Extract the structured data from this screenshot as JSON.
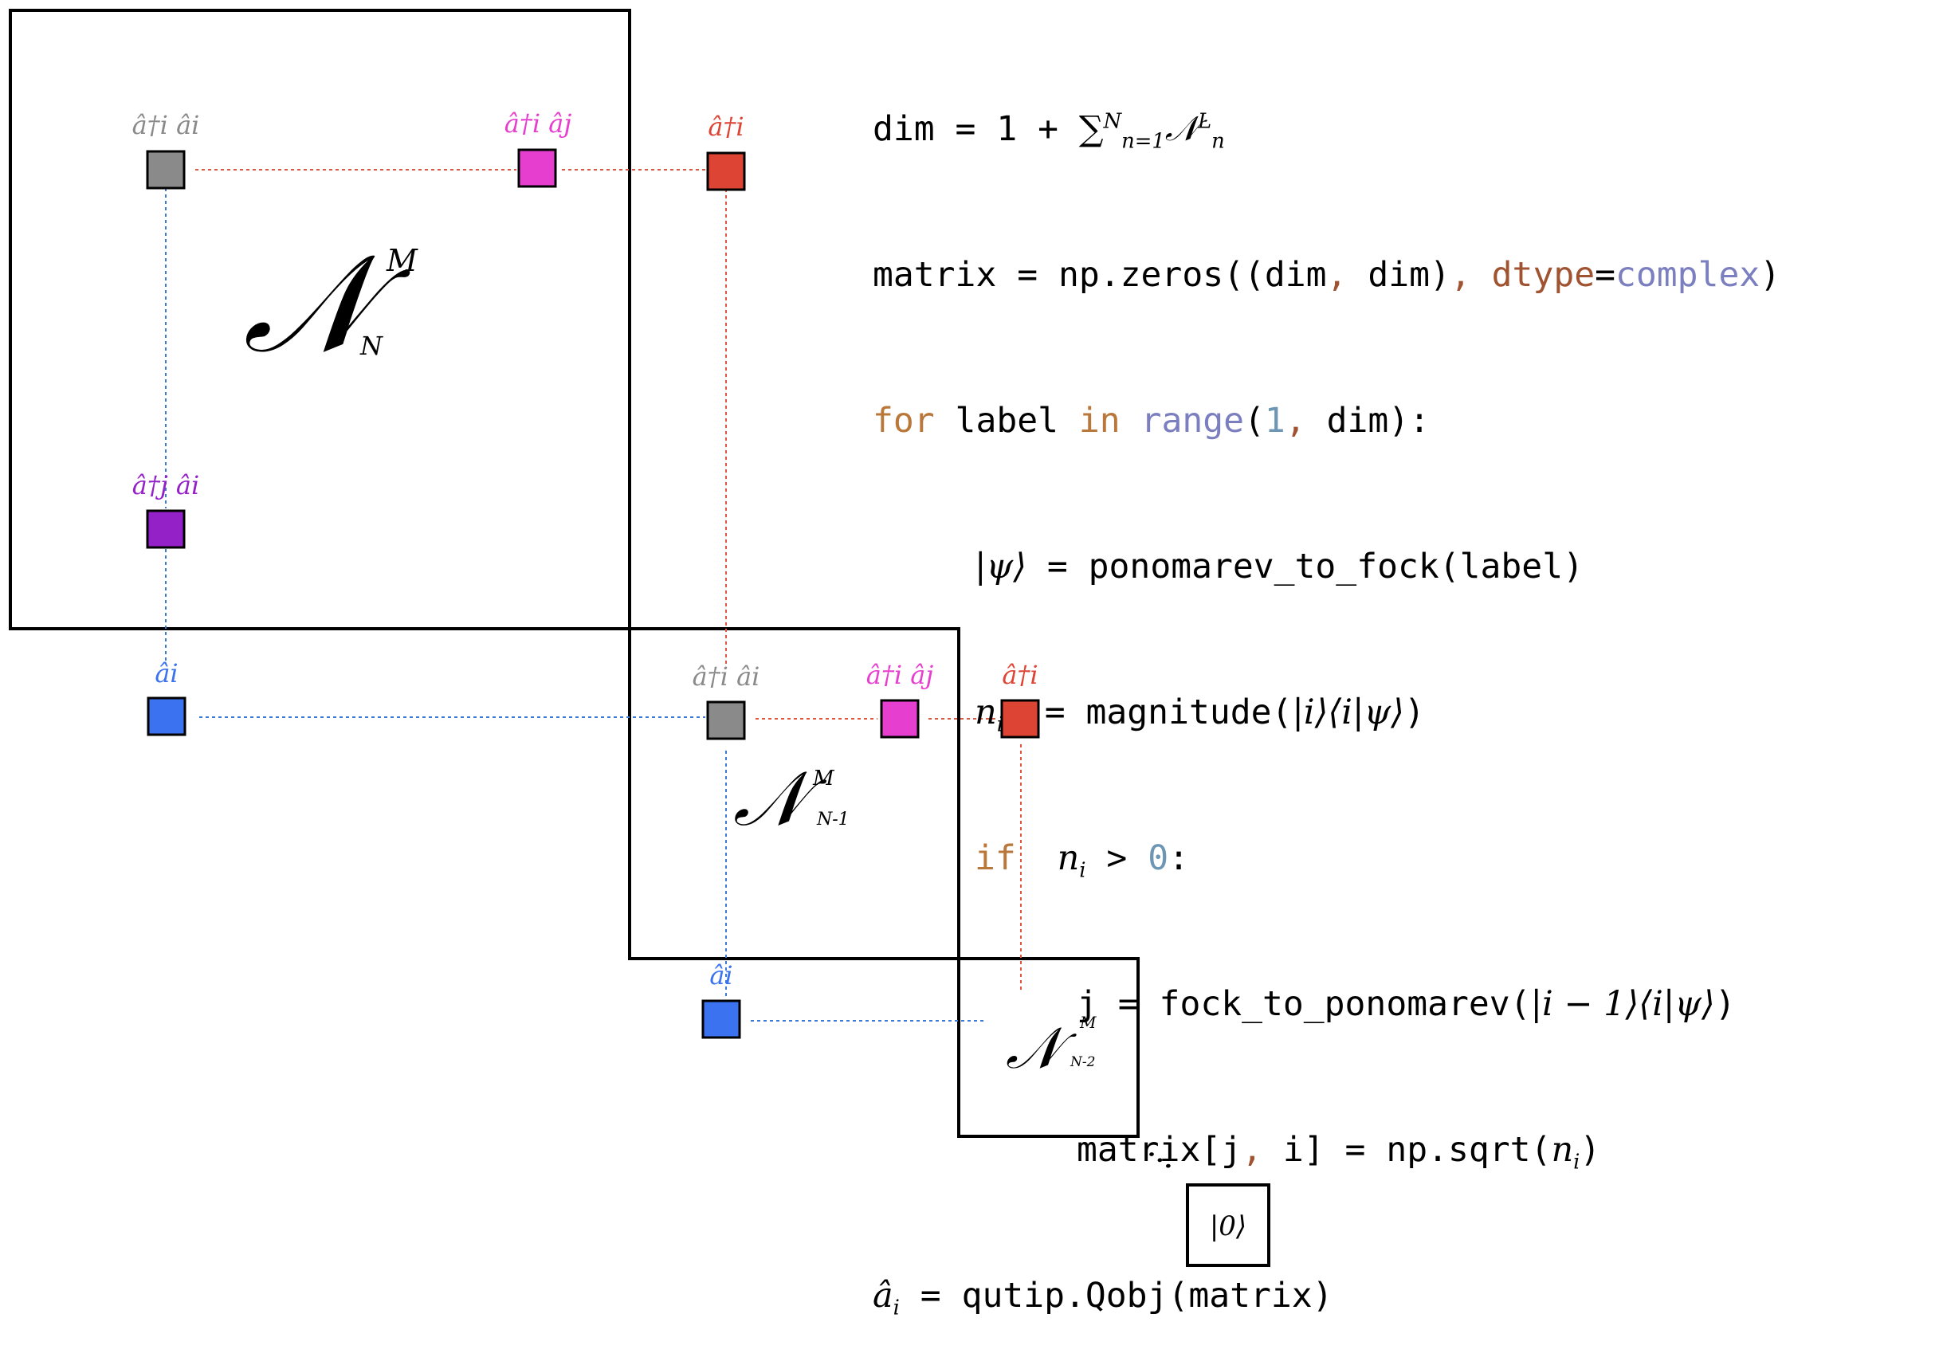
{
  "colors": {
    "gray": "#8a8a8a",
    "pink": "#e63fd0",
    "red": "#dd4433",
    "purple": "#9420c8",
    "blue": "#3a72f0",
    "red_line": "#e05540",
    "blue_line": "#3d7ad6"
  },
  "operators": {
    "number": "â†i âi",
    "hop_ij": "â†i âj",
    "hop_ji": "â†j âi",
    "create": "â†i",
    "annihilate": "âi"
  },
  "subspaces": {
    "symbol": "𝒩",
    "superscript": "M",
    "sub_n": "N",
    "sub_n1": "N-1",
    "sub_n2": "N-2",
    "vacuum": "|0⟩",
    "ellipsis": "..."
  },
  "code": {
    "l1_a": "dim = 1 + ",
    "l1_sum": "∑",
    "l1_sum_top": "N",
    "l1_sum_bot": "n=1",
    "l1_N": "𝒩",
    "l1_N_sup": "L",
    "l1_N_sub": "n",
    "l2_a": "matrix = np.zeros((dim",
    "l2_comma1": ",",
    "l2_b": " dim)",
    "l2_comma2": ",",
    "l2_c": " ",
    "l2_dtype": "dtype",
    "l2_eq": "=",
    "l2_complex": "complex",
    "l2_end": ")",
    "l3_for": "for",
    "l3_a": " label ",
    "l3_in": "in",
    "l3_b": " ",
    "l3_range": "range",
    "l3_c": "(",
    "l3_one": "1",
    "l3_comma": ",",
    "l3_d": " dim):",
    "l4_psi": "|ψ⟩",
    "l4_a": " = ponomarev_to_fock(label)",
    "l5_ni": "n",
    "l5_ni_sub": "i",
    "l5_a": "  = magnitude(",
    "l5_expr": "|i⟩⟨i|ψ⟩",
    "l5_b": ")",
    "l6_if": "if",
    "l6_a": "  ",
    "l6_ni": "n",
    "l6_ni_sub": "i",
    "l6_b": " > ",
    "l6_zero": "0",
    "l6_c": ":",
    "l7_a": "j = fock_to_ponomarev(",
    "l7_expr": "|i − 1⟩⟨i|ψ⟩",
    "l7_b": ")",
    "l8_a": "matrix[j",
    "l8_comma": ",",
    "l8_b": " i] = np.sqrt(",
    "l8_ni": "n",
    "l8_ni_sub": "i",
    "l8_c": ")",
    "l9_ai": "â",
    "l9_ai_sub": "i",
    "l9_a": " = qutip.Qobj(matrix)"
  }
}
